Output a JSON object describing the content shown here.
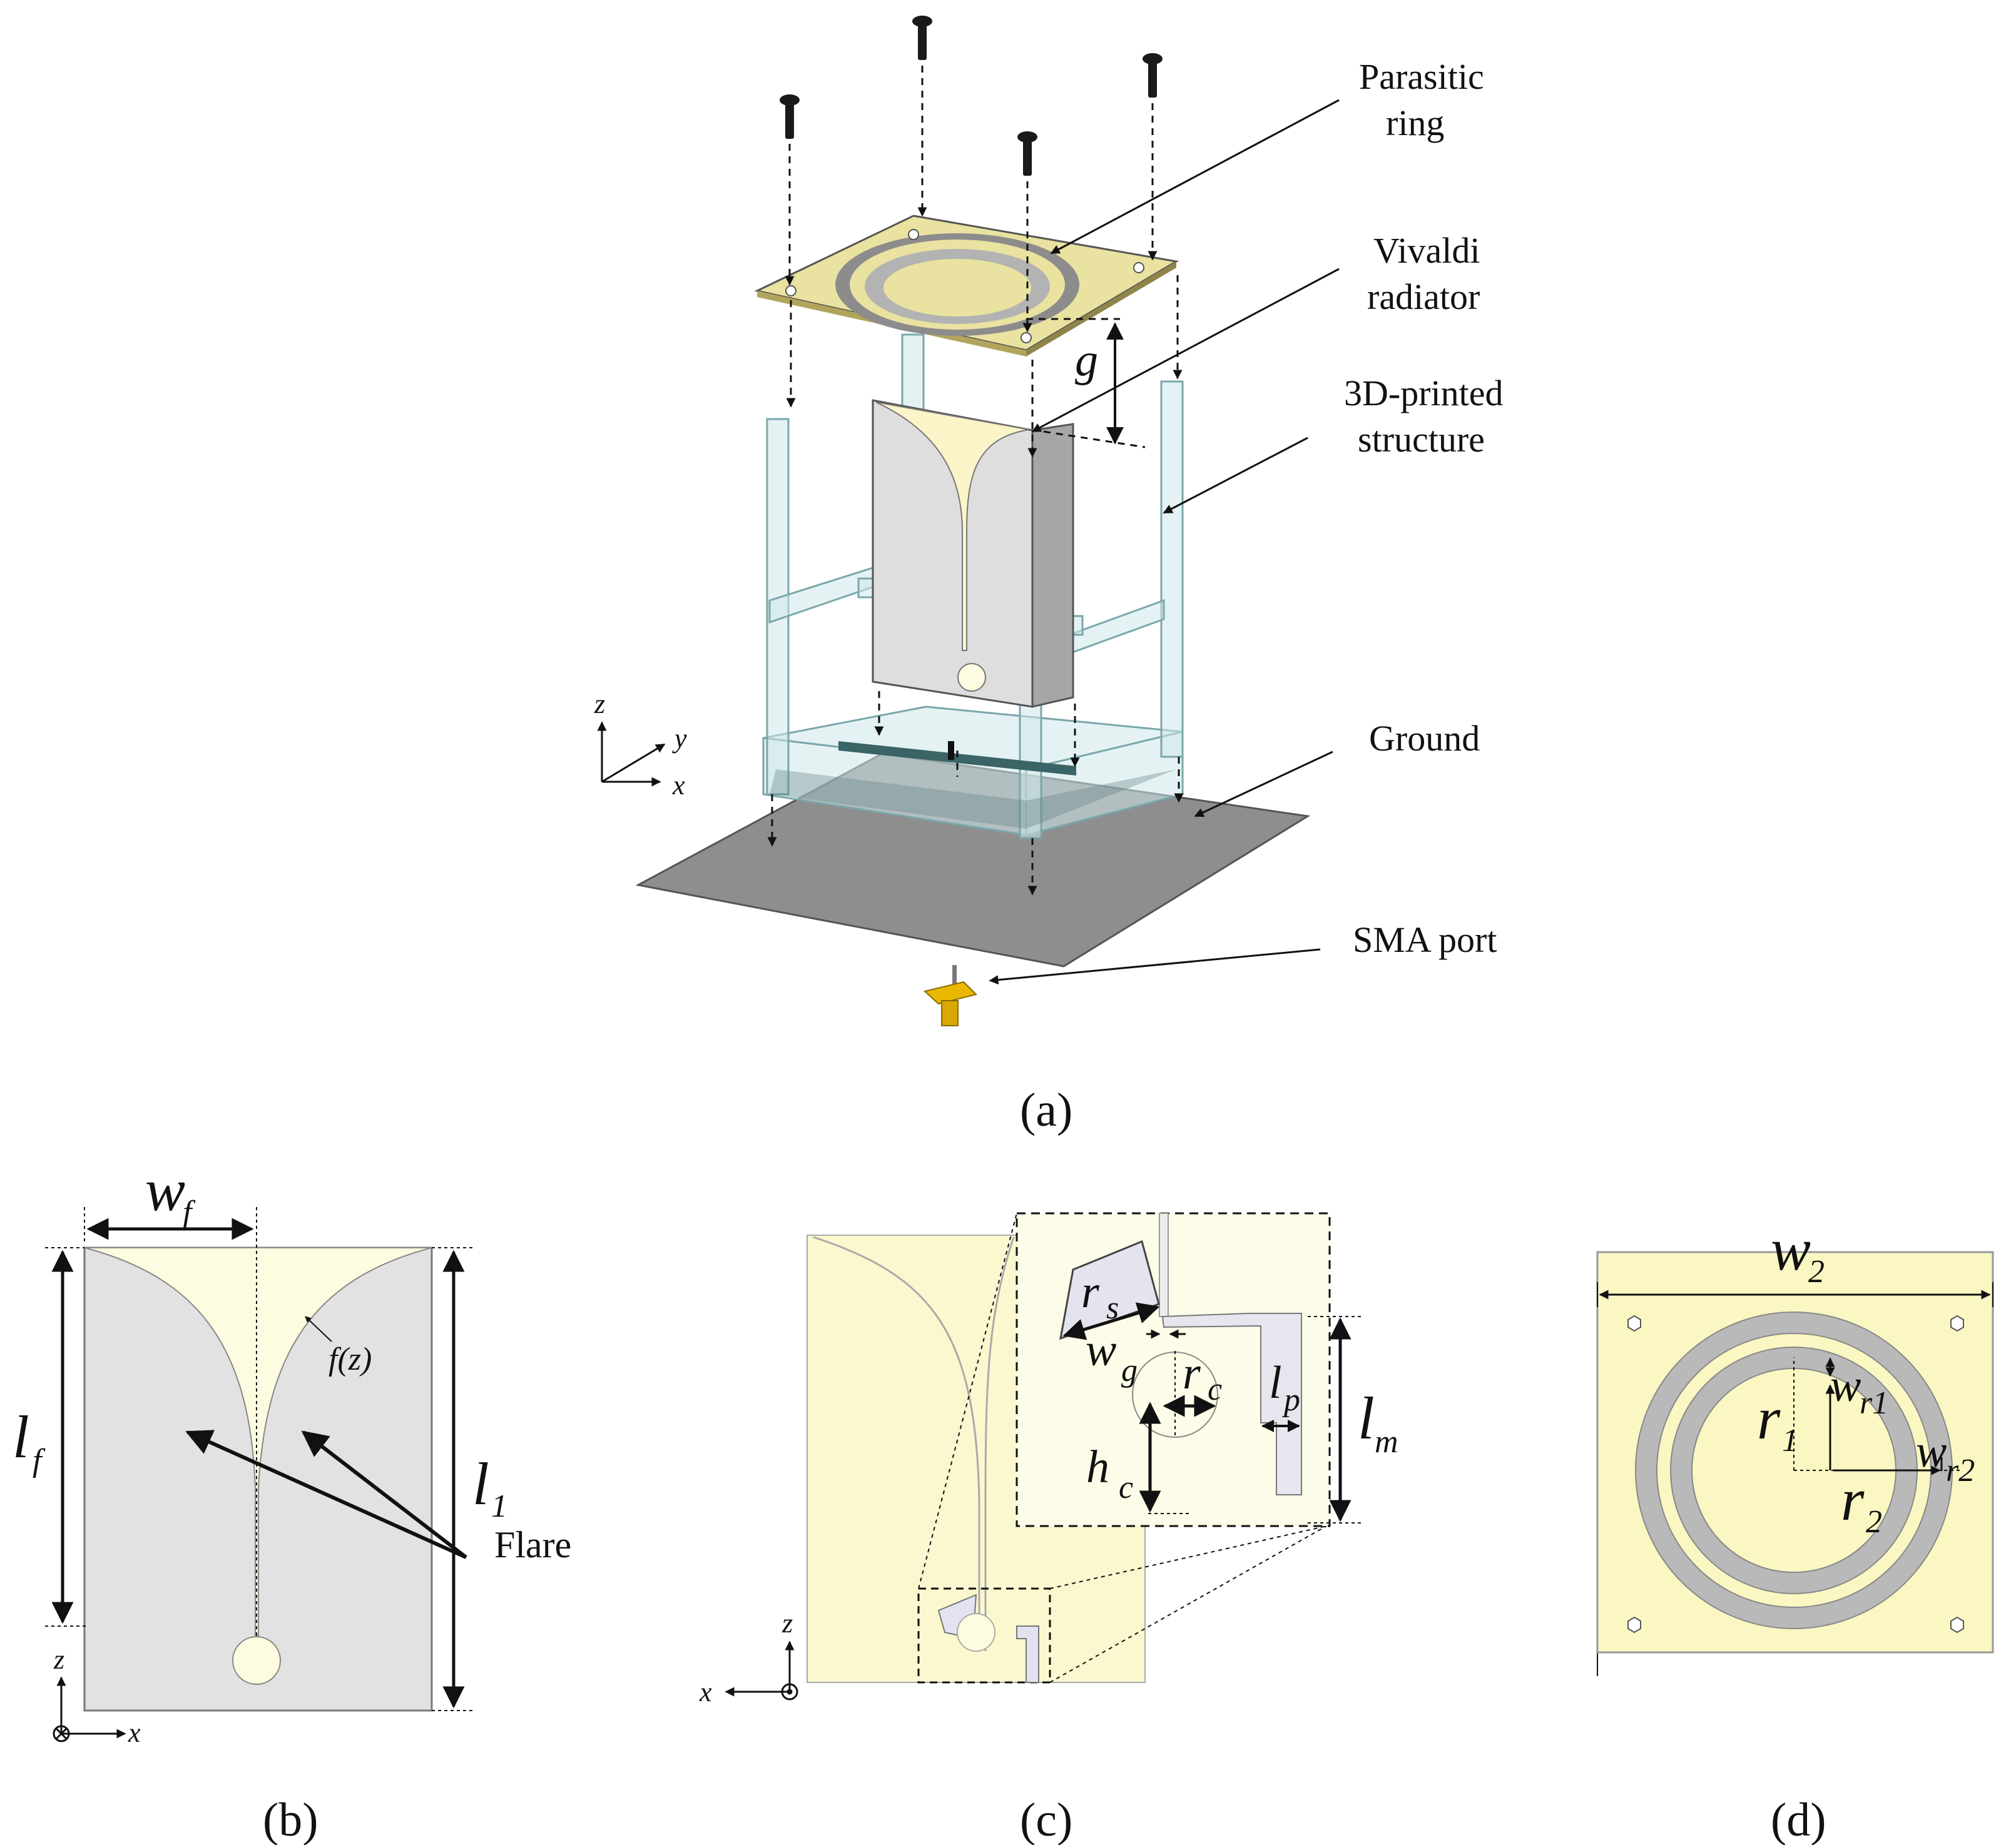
{
  "colors": {
    "substrate_yellow": "#fbf7cf",
    "copper_light": "#fdfbe6",
    "metal_gray": "#e2e2e2",
    "ring_gray": "#c8c8c8",
    "ground_gray": "#8e8e8e",
    "frame_cyan": "#cfe8ea",
    "sma_gold": "#e9b800"
  },
  "panel_a": {
    "callouts": {
      "parasitic_ring": [
        "Parasitic",
        "ring"
      ],
      "vivaldi_radiator": [
        "Vivaldi",
        "radiator"
      ],
      "printed_structure": [
        "3D-printed",
        "structure"
      ],
      "ground": "Ground",
      "sma_port": "SMA port"
    },
    "dimension_g": "g",
    "axes": {
      "z": "z",
      "y": "y",
      "x": "x"
    },
    "caption": "(a)"
  },
  "panel_b": {
    "labels": {
      "w": "w",
      "w_sub": "f",
      "l": "l",
      "l_sub": "f",
      "l1": "l",
      "l1_sub": "1",
      "fz": "f(z)",
      "flare": "Flare"
    },
    "axes": {
      "z": "z",
      "x": "x"
    },
    "caption": "(b)"
  },
  "panel_c": {
    "labels": {
      "rs": "r",
      "rs_sub": "s",
      "wg": "w",
      "wg_sub": "g",
      "rc": "r",
      "rc_sub": "c",
      "lp": "l",
      "lp_sub": "p",
      "lm": "l",
      "lm_sub": "m",
      "hc": "h",
      "hc_sub": "c"
    },
    "axes": {
      "z": "z",
      "x": "x"
    },
    "caption": "(c)"
  },
  "panel_d": {
    "labels": {
      "w2": "w",
      "w2_sub": "2",
      "wr1": "w",
      "wr1_sub": "r1",
      "r1": "r",
      "r1_sub": "1",
      "wr2": "w",
      "wr2_sub": "r2",
      "r2": "r",
      "r2_sub": "2"
    },
    "caption": "(d)"
  }
}
